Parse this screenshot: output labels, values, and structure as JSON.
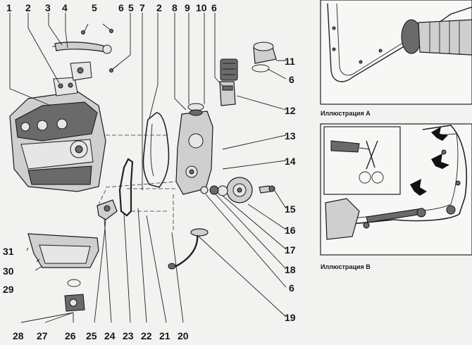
{
  "callouts_left": [
    "1",
    "2",
    "3",
    "4",
    "5",
    "6",
    "7",
    "2",
    "8",
    "9",
    "10",
    "6"
  ],
  "callouts_right": [
    "11",
    "6",
    "12",
    "13",
    "14",
    "15",
    "16",
    "17",
    "18",
    "6",
    "19"
  ],
  "callouts_bottom": [
    "28",
    "27",
    "26",
    "25",
    "24",
    "23",
    "22",
    "21",
    "20"
  ],
  "callouts_pan": [
    "31",
    "30",
    "29"
  ],
  "captions": {
    "a": "Иллюстрация А",
    "b": "Иллюстрация В"
  }
}
